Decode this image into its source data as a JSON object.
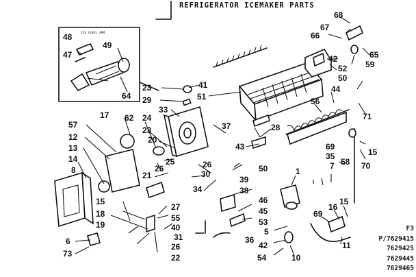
{
  "title": "REFRIGERATOR ICEMAKER PARTS",
  "inset_caption": "ICE LEVEL ARM",
  "callouts": [
    "48",
    "49",
    "47",
    "64",
    "23",
    "41",
    "29",
    "51",
    "33",
    "17",
    "62",
    "57",
    "24",
    "12",
    "20",
    "23",
    "13",
    "37",
    "14",
    "25",
    "21",
    "8",
    "26",
    "15",
    "18",
    "19",
    "6",
    "73",
    "27",
    "55",
    "40",
    "31",
    "26",
    "22",
    "30",
    "26",
    "34",
    "39",
    "38",
    "43",
    "28",
    "50",
    "46",
    "45",
    "53",
    "1",
    "5",
    "36",
    "42",
    "54",
    "10",
    "69",
    "35",
    "7",
    "58",
    "69",
    "16",
    "15",
    "11",
    "15",
    "70",
    "71",
    "44",
    "56",
    "42",
    "52",
    "50",
    "59",
    "65",
    "67",
    "66",
    "68"
  ],
  "model_block": {
    "figure": "F3",
    "models": [
      "P/7629415",
      "7629425",
      "7629445",
      "7629465"
    ]
  }
}
